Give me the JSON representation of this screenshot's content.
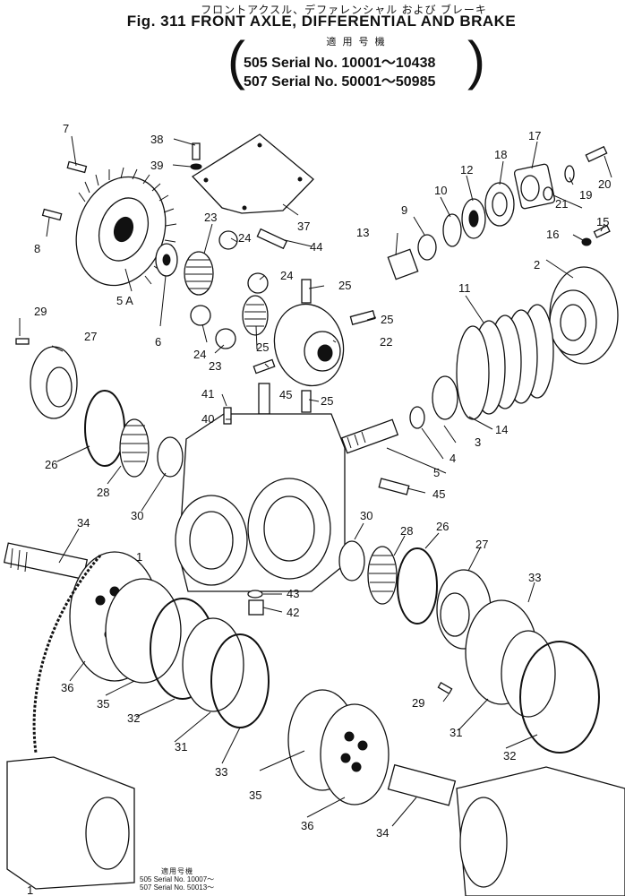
{
  "header": {
    "jp_title": "フロントアクスル、デファレンシャル および ブレーキ",
    "title": "Fig. 311  FRONT AXLE, DIFFERENTIAL AND BRAKE"
  },
  "serial_box": {
    "jp_label": "適 用 号 機",
    "line1": "505  Serial  No.  10001～10438",
    "line2": "507  Serial  No.  50001～50985"
  },
  "bottom_note": {
    "jp_label": "適用号機",
    "line1": "505   Serial   No.  10007～",
    "line2": "507   Serial   No.  50013～"
  },
  "part_labels": {
    "p1a": "1",
    "p1b": "1",
    "p2": "2",
    "p3": "3",
    "p4": "4",
    "p5": "5",
    "p5a": "5 A",
    "p6": "6",
    "p7": "7",
    "p8": "8",
    "p9": "9",
    "p10": "10",
    "p11": "11",
    "p12": "12",
    "p13": "13",
    "p14": "14",
    "p15": "15",
    "p16": "16",
    "p17": "17",
    "p18": "18",
    "p19": "19",
    "p20": "20",
    "p21": "21",
    "p22": "22",
    "p23a": "23",
    "p23b": "23",
    "p24a": "24",
    "p24b": "24",
    "p24c": "24",
    "p25a": "25",
    "p25b": "25",
    "p25c": "25",
    "p25d": "25",
    "p26a": "26",
    "p26b": "26",
    "p27a": "27",
    "p27b": "27",
    "p28a": "28",
    "p28b": "28",
    "p29a": "29",
    "p29b": "29",
    "p30a": "30",
    "p30b": "30",
    "p31a": "31",
    "p31b": "31",
    "p32a": "32",
    "p32b": "32",
    "p33a": "33",
    "p33b": "33",
    "p34a": "34",
    "p34b": "34",
    "p35a": "35",
    "p35b": "35",
    "p36a": "36",
    "p36b": "36",
    "p37": "37",
    "p38": "38",
    "p39": "39",
    "p40": "40",
    "p41": "41",
    "p42": "42",
    "p43": "43",
    "p44": "44",
    "p45a": "45",
    "p45b": "45"
  }
}
